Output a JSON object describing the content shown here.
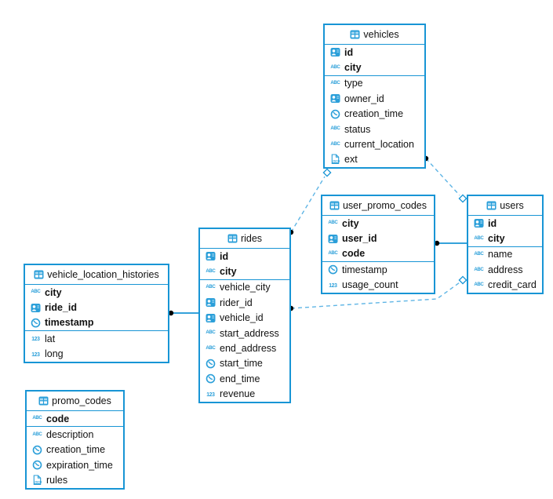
{
  "diagram": {
    "colors": {
      "accent": "#1895d5",
      "icon": "#2b9fd9",
      "icon_light": "#a9daf3",
      "dash": "#5fb5e5",
      "dot": "#000000"
    },
    "icon_text": {
      "string": "ABC",
      "number": "123",
      "json": "JSON"
    },
    "tables": [
      {
        "id": "vehicles",
        "name": "vehicles",
        "keys": [
          {
            "label": "id",
            "type": "id"
          },
          {
            "label": "city",
            "type": "string"
          }
        ],
        "fields": [
          {
            "label": "type",
            "type": "string"
          },
          {
            "label": "owner_id",
            "type": "id"
          },
          {
            "label": "creation_time",
            "type": "time"
          },
          {
            "label": "status",
            "type": "string"
          },
          {
            "label": "current_location",
            "type": "string"
          },
          {
            "label": "ext",
            "type": "json"
          }
        ]
      },
      {
        "id": "user_promo_codes",
        "name": "user_promo_codes",
        "keys": [
          {
            "label": "city",
            "type": "string"
          },
          {
            "label": "user_id",
            "type": "id"
          },
          {
            "label": "code",
            "type": "string"
          }
        ],
        "fields": [
          {
            "label": "timestamp",
            "type": "time"
          },
          {
            "label": "usage_count",
            "type": "number"
          }
        ]
      },
      {
        "id": "users",
        "name": "users",
        "keys": [
          {
            "label": "id",
            "type": "id"
          },
          {
            "label": "city",
            "type": "string"
          }
        ],
        "fields": [
          {
            "label": "name",
            "type": "string"
          },
          {
            "label": "address",
            "type": "string"
          },
          {
            "label": "credit_card",
            "type": "string"
          }
        ]
      },
      {
        "id": "rides",
        "name": "rides",
        "keys": [
          {
            "label": "id",
            "type": "id"
          },
          {
            "label": "city",
            "type": "string"
          }
        ],
        "fields": [
          {
            "label": "vehicle_city",
            "type": "string"
          },
          {
            "label": "rider_id",
            "type": "id"
          },
          {
            "label": "vehicle_id",
            "type": "id"
          },
          {
            "label": "start_address",
            "type": "string"
          },
          {
            "label": "end_address",
            "type": "string"
          },
          {
            "label": "start_time",
            "type": "time"
          },
          {
            "label": "end_time",
            "type": "time"
          },
          {
            "label": "revenue",
            "type": "number"
          }
        ]
      },
      {
        "id": "vehicle_location_histories",
        "name": "vehicle_location_histories",
        "keys": [
          {
            "label": "city",
            "type": "string"
          },
          {
            "label": "ride_id",
            "type": "id"
          },
          {
            "label": "timestamp",
            "type": "time"
          }
        ],
        "fields": [
          {
            "label": "lat",
            "type": "number"
          },
          {
            "label": "long",
            "type": "number"
          }
        ]
      },
      {
        "id": "promo_codes",
        "name": "promo_codes",
        "keys": [
          {
            "label": "code",
            "type": "string"
          }
        ],
        "fields": [
          {
            "label": "description",
            "type": "string"
          },
          {
            "label": "creation_time",
            "type": "time"
          },
          {
            "label": "expiration_time",
            "type": "time"
          },
          {
            "label": "rules",
            "type": "json"
          }
        ]
      }
    ],
    "connections": [
      {
        "from": "vehicle_location_histories",
        "to": "rides",
        "style": "solid",
        "from_marker": "dot",
        "to_marker": "none"
      },
      {
        "from": "user_promo_codes",
        "to": "users",
        "style": "solid",
        "from_marker": "dot",
        "to_marker": "none"
      },
      {
        "from": "rides",
        "to": "vehicles",
        "style": "dashed",
        "from_marker": "dot",
        "to_marker": "diamond"
      },
      {
        "from": "vehicles",
        "to": "users",
        "style": "dashed",
        "from_marker": "dot",
        "to_marker": "diamond"
      },
      {
        "from": "rides",
        "to": "users",
        "style": "dashed",
        "from_marker": "dot",
        "to_marker": "diamond"
      }
    ]
  }
}
